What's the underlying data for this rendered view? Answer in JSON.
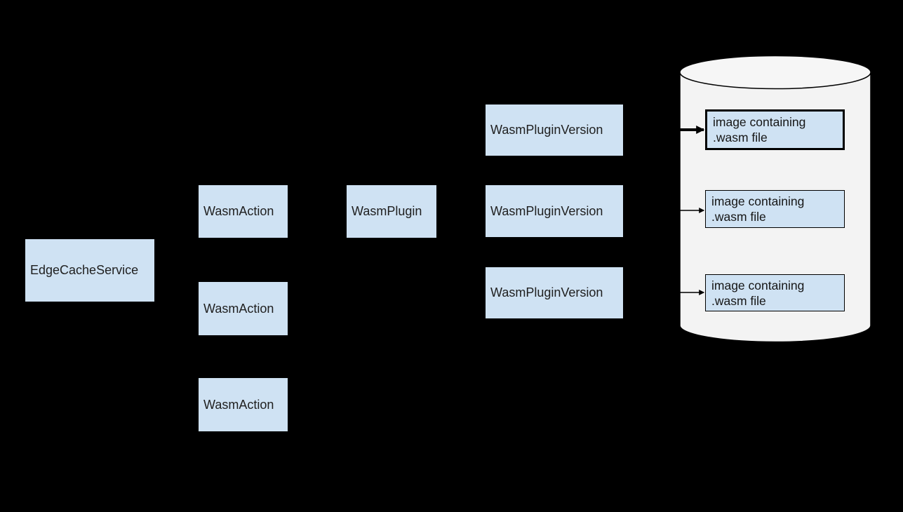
{
  "colors": {
    "background": "#000000",
    "node_fill": "#cfe2f3",
    "node_text": "#1f1f1f",
    "outline": "#000000",
    "cylinder_body_fill": "#f3f3f3",
    "cylinder_top_fill": "#f6f6f6",
    "arrow_color": "#000000"
  },
  "nodes": {
    "edge_cache_service": {
      "label": "EdgeCacheService"
    },
    "wasm_actions": [
      {
        "label": "WasmAction"
      },
      {
        "label": "WasmAction"
      },
      {
        "label": "WasmAction"
      }
    ],
    "wasm_plugin": {
      "label": "WasmPlugin"
    },
    "wasm_plugin_versions": [
      {
        "label": "WasmPluginVersion"
      },
      {
        "label": "WasmPluginVersion"
      },
      {
        "label": "WasmPluginVersion"
      }
    ]
  },
  "registry": {
    "items": [
      {
        "lines": [
          "image containing",
          ".wasm file"
        ],
        "emphasized": true
      },
      {
        "lines": [
          "image containing",
          ".wasm file"
        ],
        "emphasized": false
      },
      {
        "lines": [
          "image containing",
          ".wasm file"
        ],
        "emphasized": false
      }
    ]
  }
}
